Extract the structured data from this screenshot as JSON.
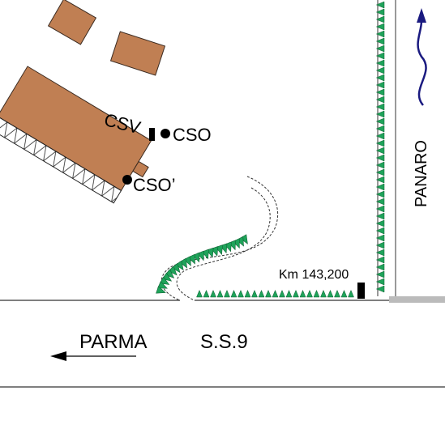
{
  "labels": {
    "csv": "CSV",
    "cso": "CSO",
    "cso_prime": "CSO’",
    "river": "PANARO",
    "km_marker": "Km 143,200",
    "direction": "PARMA",
    "road": "S.S.9"
  },
  "colors": {
    "building_fill": "#c07f53",
    "building_stroke": "#3a2a20",
    "hedge": "#1fa35a",
    "river_arrow": "#1a1a80",
    "road_line": "#333333",
    "bridge": "#bbbbbb"
  },
  "icons": [
    "north-flow-arrow-icon",
    "left-arrow-icon",
    "hedge-triangle-icon"
  ]
}
